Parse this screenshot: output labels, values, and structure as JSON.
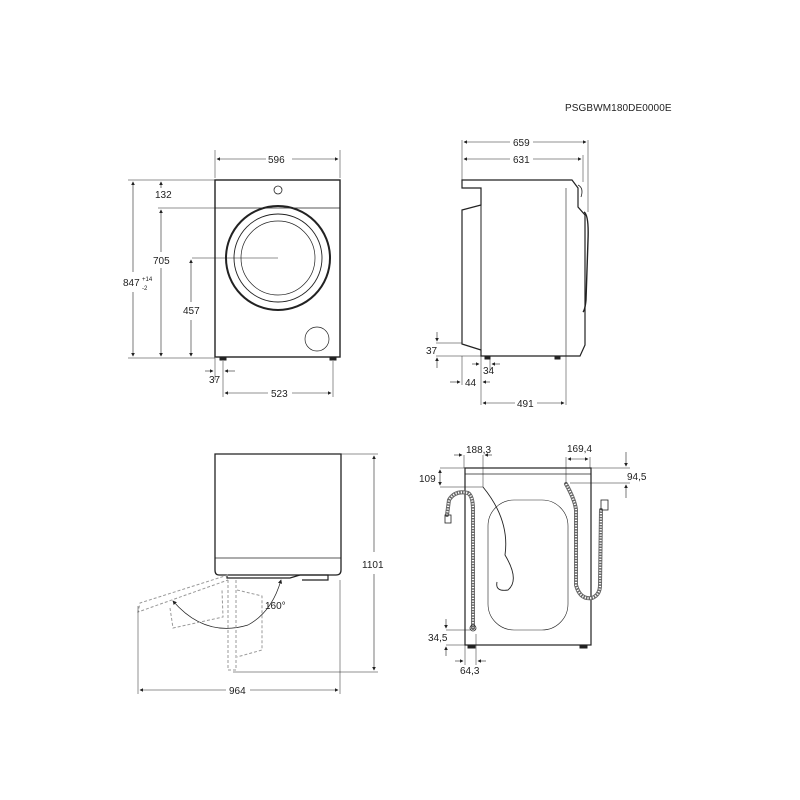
{
  "model_code": "PSGBWM180DE0000E",
  "views": {
    "front": {
      "width": "596",
      "top_panel": "132",
      "door_top": "705",
      "door_center": "457",
      "height_main": "847",
      "height_tol_plus": "+14",
      "height_tol_minus": "-2",
      "foot_offset": "37",
      "foot_span": "523"
    },
    "side": {
      "depth_total": "659",
      "depth_body": "631",
      "rear_height": "37",
      "foot_offset": "34",
      "rear_offset": "44",
      "foot_span": "491"
    },
    "top_door": {
      "height_open": "1101",
      "angle": "160°",
      "depth_open": "964"
    },
    "rear": {
      "drain_offset": "188,3",
      "inlet_offset": "169,4",
      "top_drain": "109",
      "top_inlet": "94,5",
      "bottom_drain": "34,5",
      "side_drain": "64,3"
    }
  },
  "colors": {
    "line": "#222222",
    "dash": "#888888"
  }
}
